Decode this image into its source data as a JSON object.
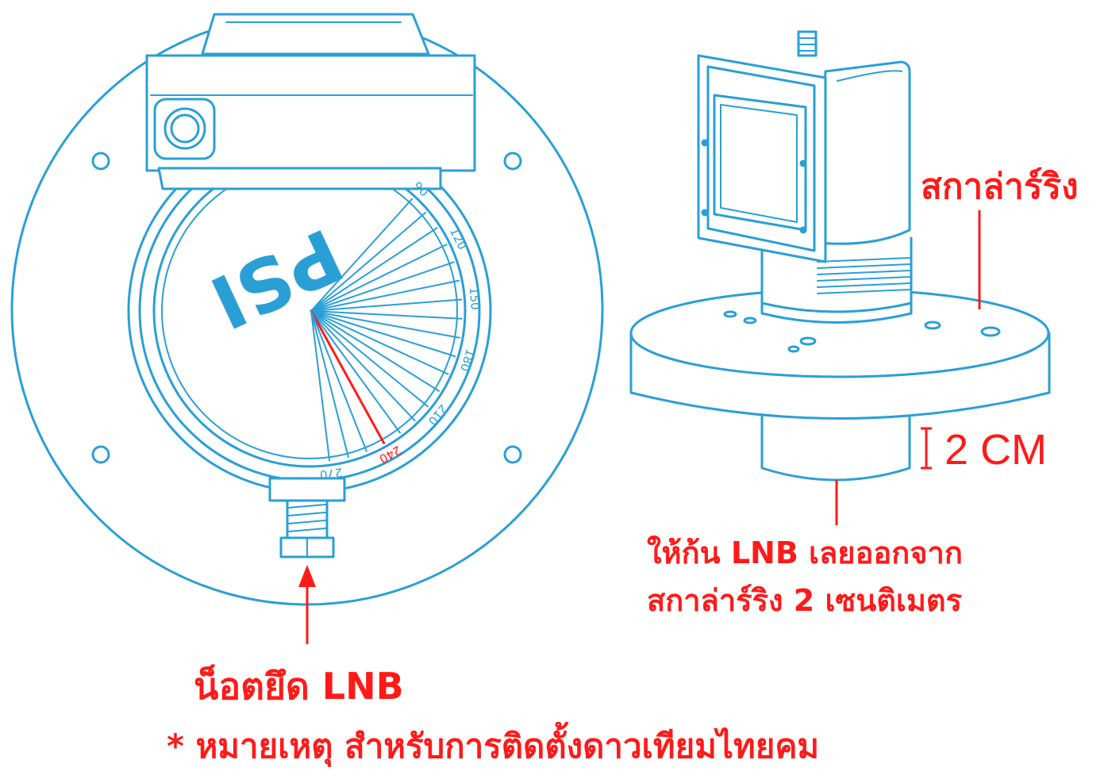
{
  "dish_front": {
    "brand_text": "PSI",
    "dial_marks": [
      "90",
      "120",
      "150",
      "180",
      "210",
      "240",
      "270"
    ],
    "selected_mark": "240"
  },
  "labels": {
    "scalar_ring": "สกาล่าร์ริง",
    "gap": "2 CM",
    "instruction_line1": "ให้ก้น LNB เลยออกจาก",
    "instruction_line2": "สกาล่าร์ริง 2 เซนติเมตร",
    "bolt": "น็อตยึด LNB",
    "note": "* หมายเหตุ สำหรับการติดตั้งดาวเทียมไทยคม"
  },
  "colors": {
    "line": "#2a9fd6",
    "accent": "#ff1a1a"
  }
}
